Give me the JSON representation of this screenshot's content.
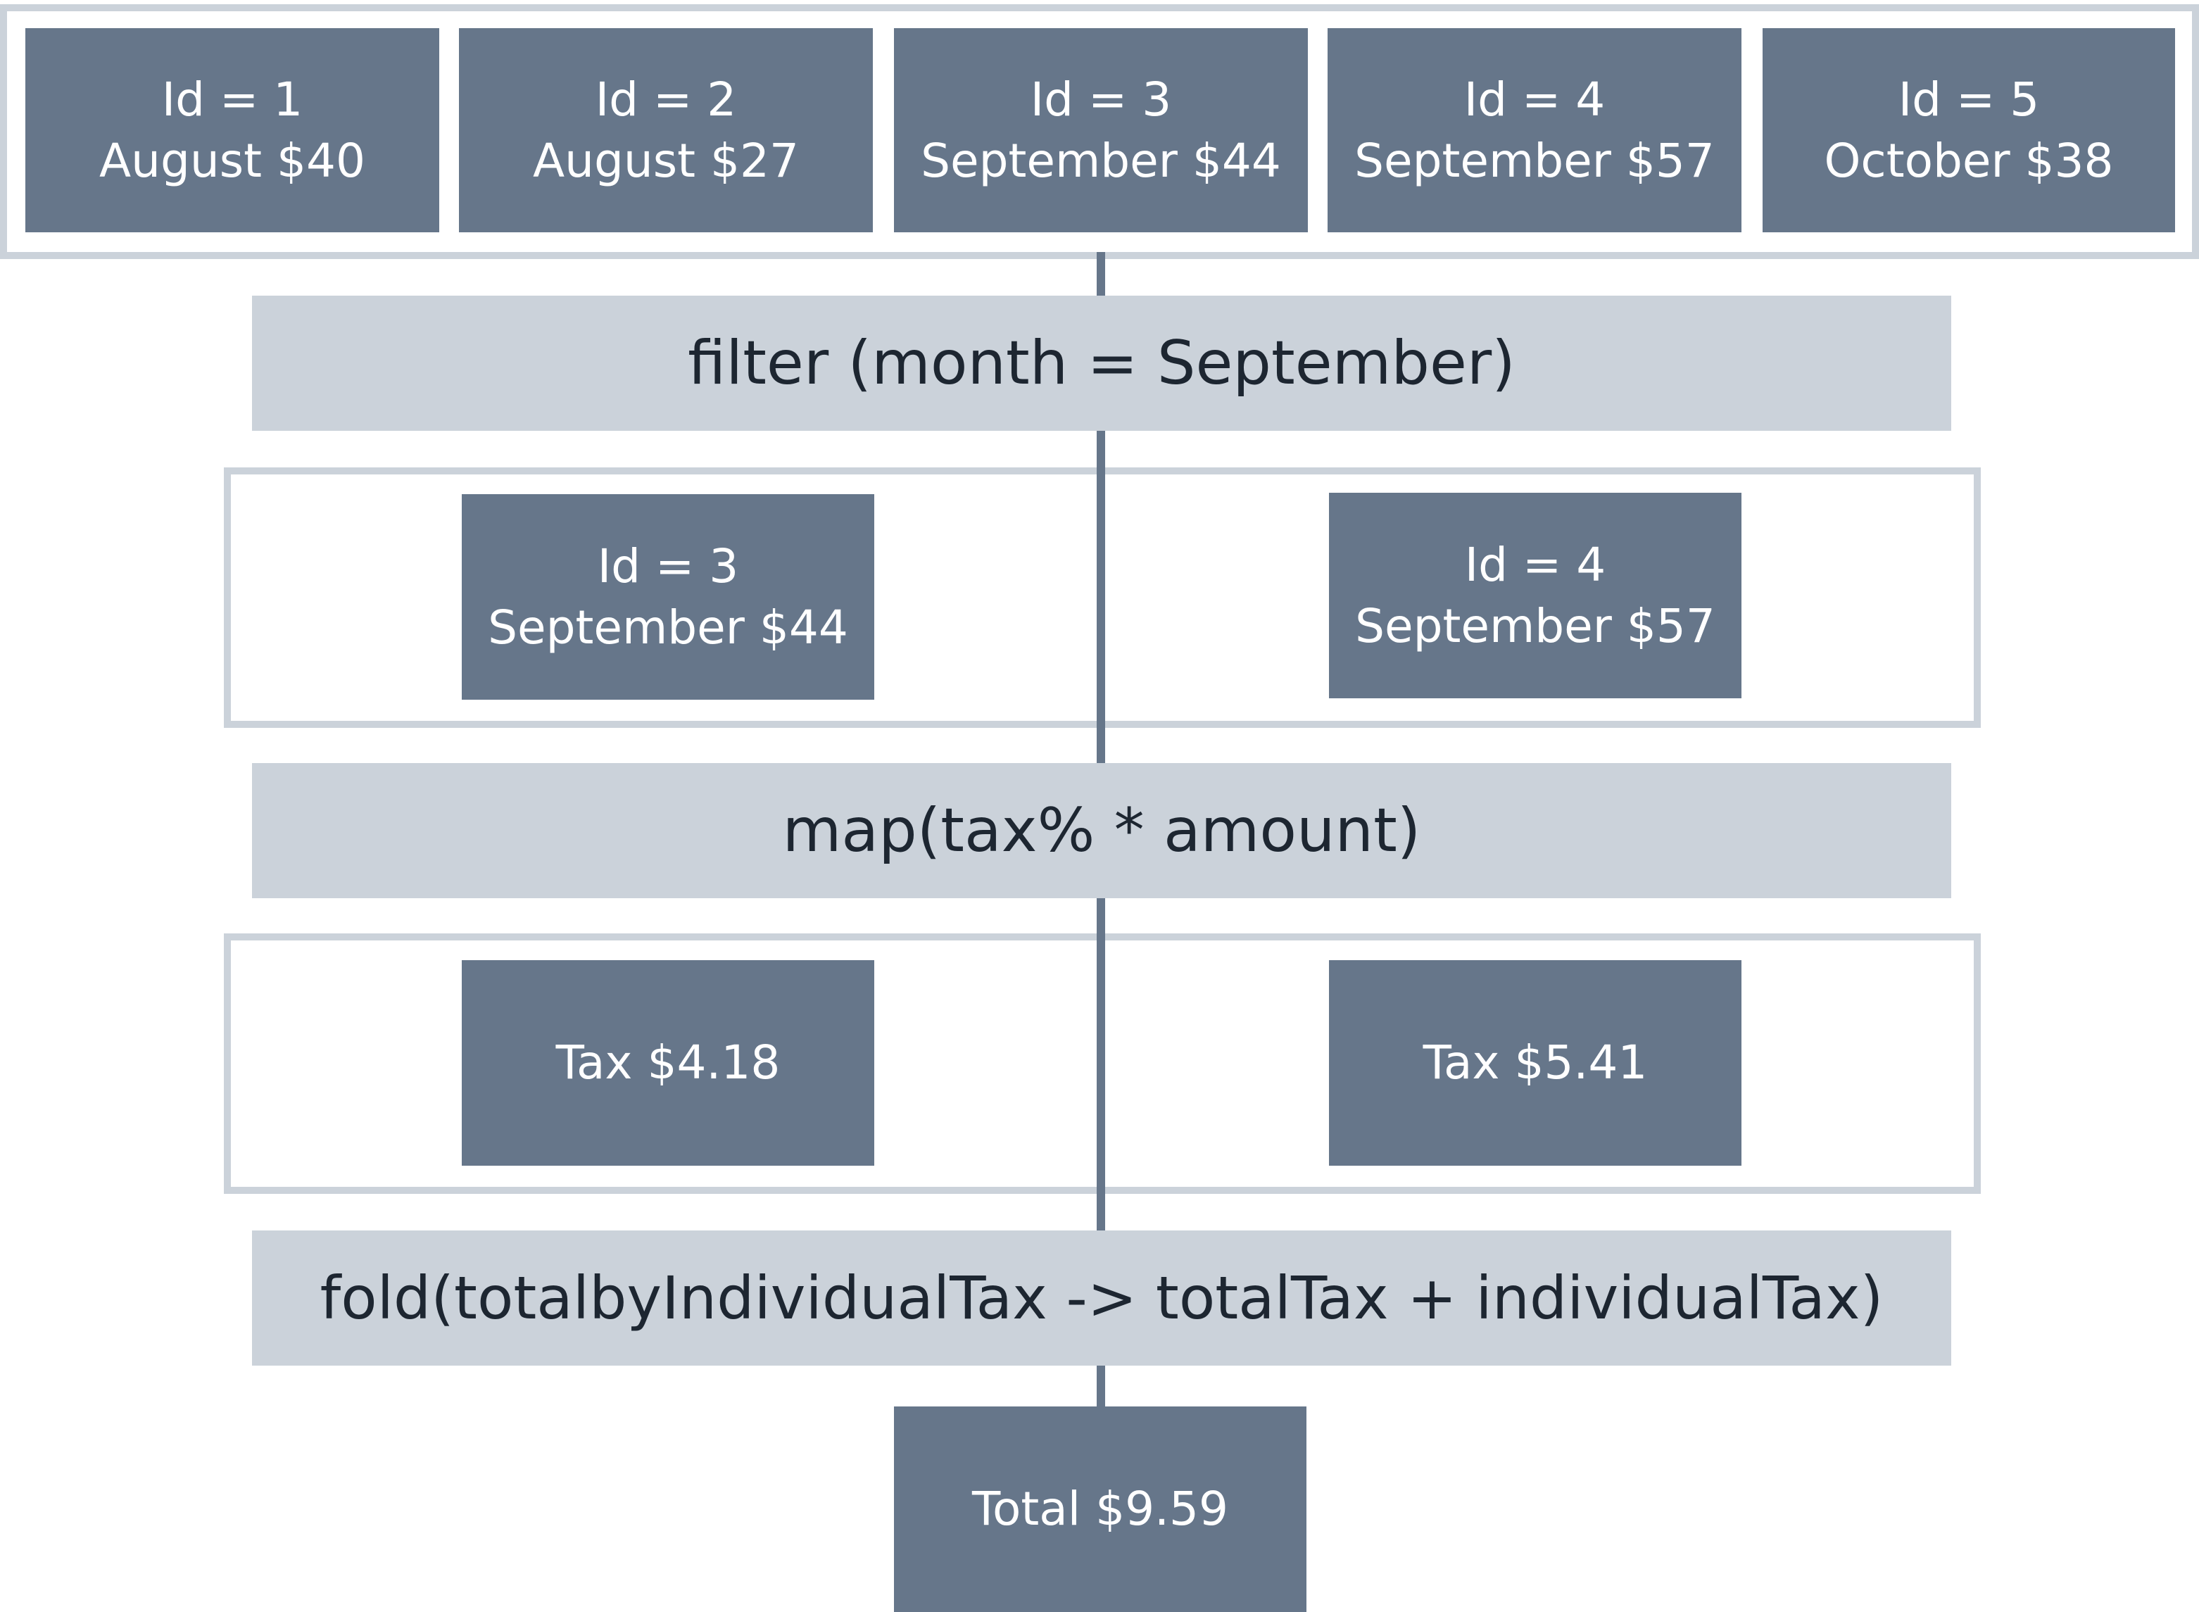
{
  "colors": {
    "record_fill": "#66768a",
    "operation_fill": "#cbd2da",
    "frame_border": "#cbd2da",
    "record_text": "#ffffff",
    "operation_text": "#1d2631",
    "connector": "#66768a"
  },
  "input_records": [
    {
      "id": "Id = 1",
      "value": "August $40"
    },
    {
      "id": "Id = 2",
      "value": "August $27"
    },
    {
      "id": "Id = 3",
      "value": "September $44"
    },
    {
      "id": "Id = 4",
      "value": "September $57"
    },
    {
      "id": "Id = 5",
      "value": "October $38"
    }
  ],
  "filter_step": {
    "label": "filter (month = September)"
  },
  "filtered_records": [
    {
      "id": "Id = 3",
      "value": "September $44"
    },
    {
      "id": "Id = 4",
      "value": "September $57"
    }
  ],
  "map_step": {
    "label": "map(tax% * amount)"
  },
  "mapped_records": [
    {
      "value": "Tax $4.18"
    },
    {
      "value": "Tax $5.41"
    }
  ],
  "fold_step": {
    "label": "fold(totalbyIndividualTax -> totalTax + individualTax)"
  },
  "result": {
    "value": "Total $9.59"
  }
}
